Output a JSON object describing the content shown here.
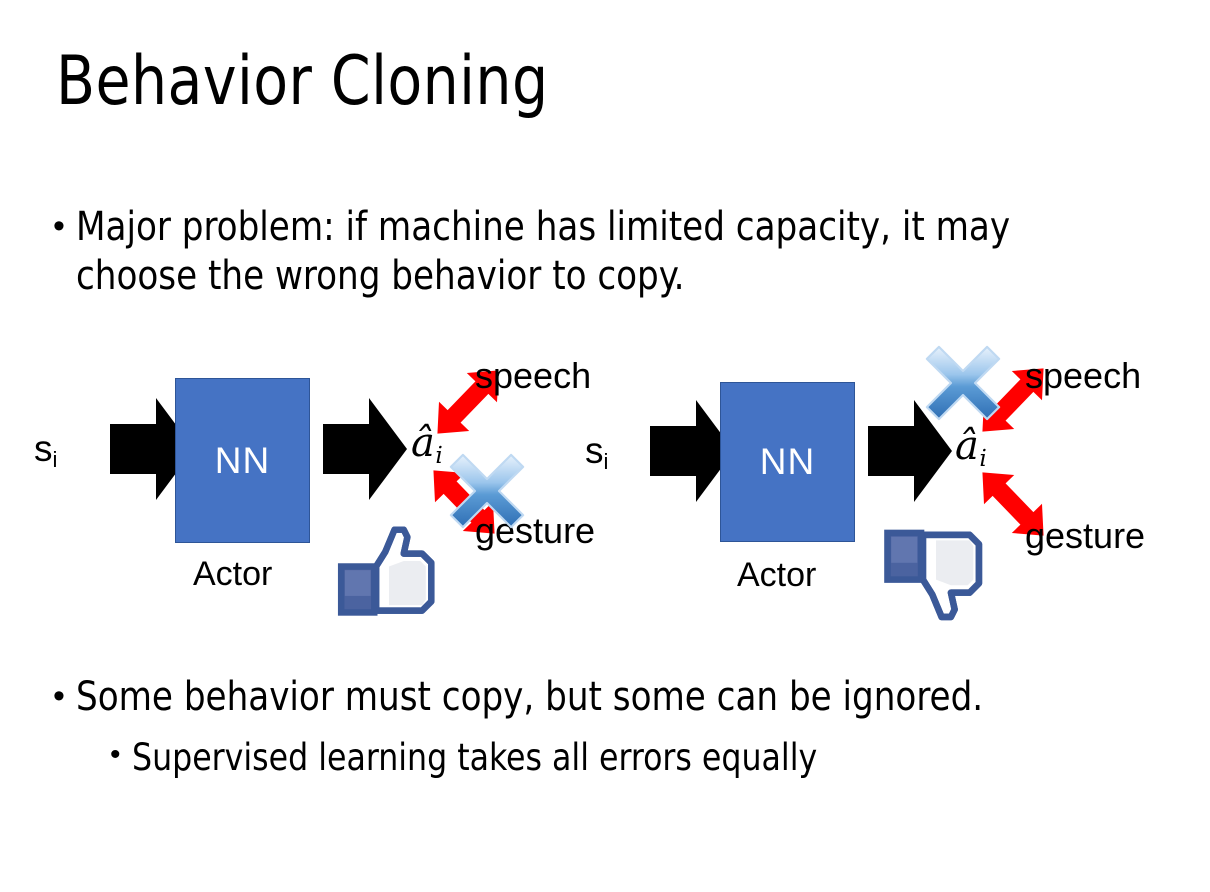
{
  "slide": {
    "title": "Behavior Cloning",
    "background_color": "#FFFFFF",
    "text_color": "#000000"
  },
  "bullets": [
    {
      "level": 1,
      "marker": "•",
      "text": "Major problem: if machine has limited capacity, it may choose the wrong behavior to copy."
    },
    {
      "level": 1,
      "marker": "•",
      "text": "Some behavior must copy, but some can be ignored."
    },
    {
      "level": 2,
      "marker": "•",
      "text": "Supervised learning takes all errors equally"
    }
  ],
  "diagrams": [
    {
      "id": "left",
      "input_label": "s",
      "input_subscript": "i",
      "box_label": "NN",
      "box_caption": "Actor",
      "box_color": "#4573C4",
      "box_border_color": "#2E5597",
      "output_label": "a",
      "output_subscript": "i",
      "output_hat": true,
      "branches": [
        {
          "name": "speech",
          "direction": "up",
          "crossed_out": false
        },
        {
          "name": "gesture",
          "direction": "down",
          "crossed_out": true
        }
      ],
      "verdict_icon": "thumbs-up-icon",
      "arrow_color": "#FF0000",
      "cross_color": "#4A90D9"
    },
    {
      "id": "right",
      "input_label": "s",
      "input_subscript": "i",
      "box_label": "NN",
      "box_caption": "Actor",
      "box_color": "#4573C4",
      "box_border_color": "#2E5597",
      "output_label": "a",
      "output_subscript": "i",
      "output_hat": true,
      "branches": [
        {
          "name": "speech",
          "direction": "up",
          "crossed_out": true
        },
        {
          "name": "gesture",
          "direction": "down",
          "crossed_out": false
        }
      ],
      "verdict_icon": "thumbs-down-icon",
      "arrow_color": "#FF0000",
      "cross_color": "#4A90D9"
    }
  ],
  "palette": {
    "nn_blue": "#4573C4",
    "red": "#FF0000",
    "cross_blue": "#4A90D9",
    "thumb_navy": "#3B5998",
    "black": "#000000"
  }
}
